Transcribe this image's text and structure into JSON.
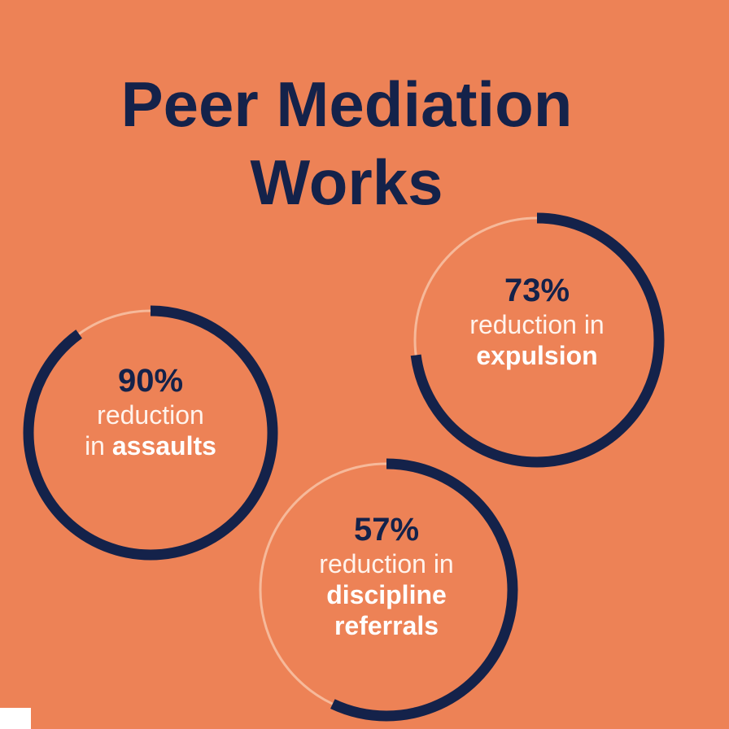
{
  "title": {
    "line1": "Peer Mediation",
    "line2": "Works"
  },
  "colors": {
    "background": "#ED8256",
    "dark": "#14224A",
    "track": "#F6B99A",
    "text": "#FFFFFF"
  },
  "stats": [
    {
      "percent": "90%",
      "value": 90,
      "line1": "reduction",
      "line2_prefix": "in",
      "line2_bold": "assaults"
    },
    {
      "percent": "73%",
      "value": 73,
      "line1": "reduction in",
      "line2_bold": "expulsion"
    },
    {
      "percent": "57%",
      "value": 57,
      "line1": "reduction in",
      "line2_bold": "discipline",
      "line3_bold": "referrals"
    }
  ]
}
